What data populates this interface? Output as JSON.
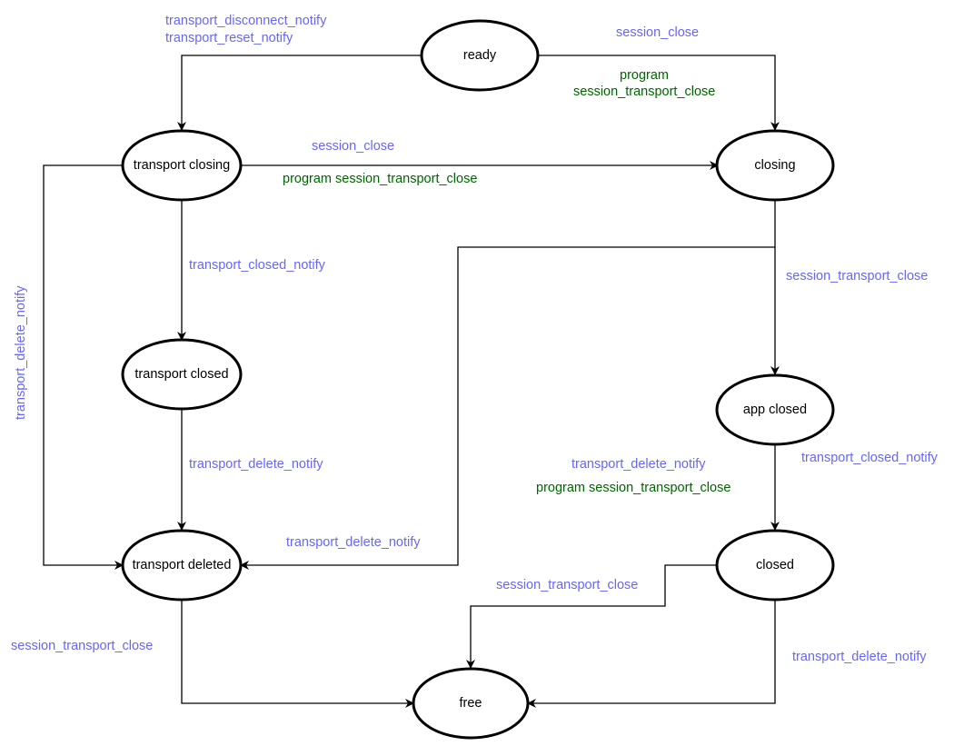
{
  "colors": {
    "event": "#6666ff",
    "action": "#006600",
    "stroke": "#000000"
  },
  "states": {
    "ready": "ready",
    "transport_closing": "transport closing",
    "closing": "closing",
    "transport_closed": "transport closed",
    "app_closed": "app closed",
    "transport_deleted": "transport deleted",
    "closed": "closed",
    "free": "free"
  },
  "labels": {
    "ready_to_tclosing_1": "transport_disconnect_notify",
    "ready_to_tclosing_2": "transport_reset_notify",
    "ready_to_closing_event": "session_close",
    "ready_to_closing_action_1": "program",
    "ready_to_closing_action_2": "session_transport_close",
    "tclosing_to_closing_event": "session_close",
    "tclosing_to_closing_action": "program session_transport_close",
    "tclosing_to_tclosed": "transport_closed_notify",
    "tclosing_to_tdeleted": "transport_delete_notify",
    "closing_to_appclosed": "session_transport_close",
    "tclosed_to_tdeleted": "transport_delete_notify",
    "closing_to_tdeleted": "transport_delete_notify",
    "appclosed_to_closed": "transport_closed_notify",
    "appclosed_extra_event": "transport_delete_notify",
    "appclosed_extra_action": "program session_transport_close",
    "closed_to_free_left": "session_transport_close",
    "tdeleted_to_free": "session_transport_close",
    "closed_to_free_right": "transport_delete_notify"
  }
}
